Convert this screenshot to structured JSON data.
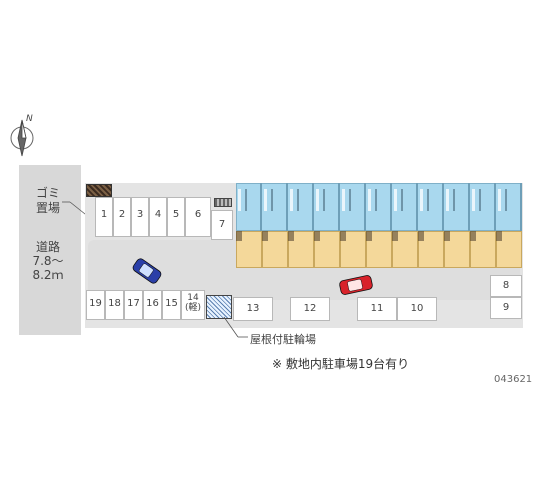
{
  "compass": {
    "label": "N"
  },
  "labels": {
    "garbage": "ゴミ\n置場",
    "road": "道路\n7.8～\n8.2ｍ",
    "bicycle_roof": "屋根付駐輪場",
    "parking_note": "※ 敷地内駐車場19台有り",
    "image_code": "043621"
  },
  "stalls_top": [
    "1",
    "2",
    "3",
    "4",
    "5",
    "6"
  ],
  "stall_7": "7",
  "stalls_bottom": [
    "19",
    "18",
    "17",
    "16",
    "15"
  ],
  "stall_14": "14\n(軽)",
  "stalls_middle": [
    "13",
    "12",
    "11",
    "10"
  ],
  "stalls_right": [
    "8",
    "9"
  ],
  "colors": {
    "road": "#d8d8d8",
    "lot": "#e4e4e4",
    "building_top": "#a9d8ee",
    "building_units": "#f4d89a",
    "car_blue": "#2a3fa8",
    "car_red": "#d8222a"
  }
}
